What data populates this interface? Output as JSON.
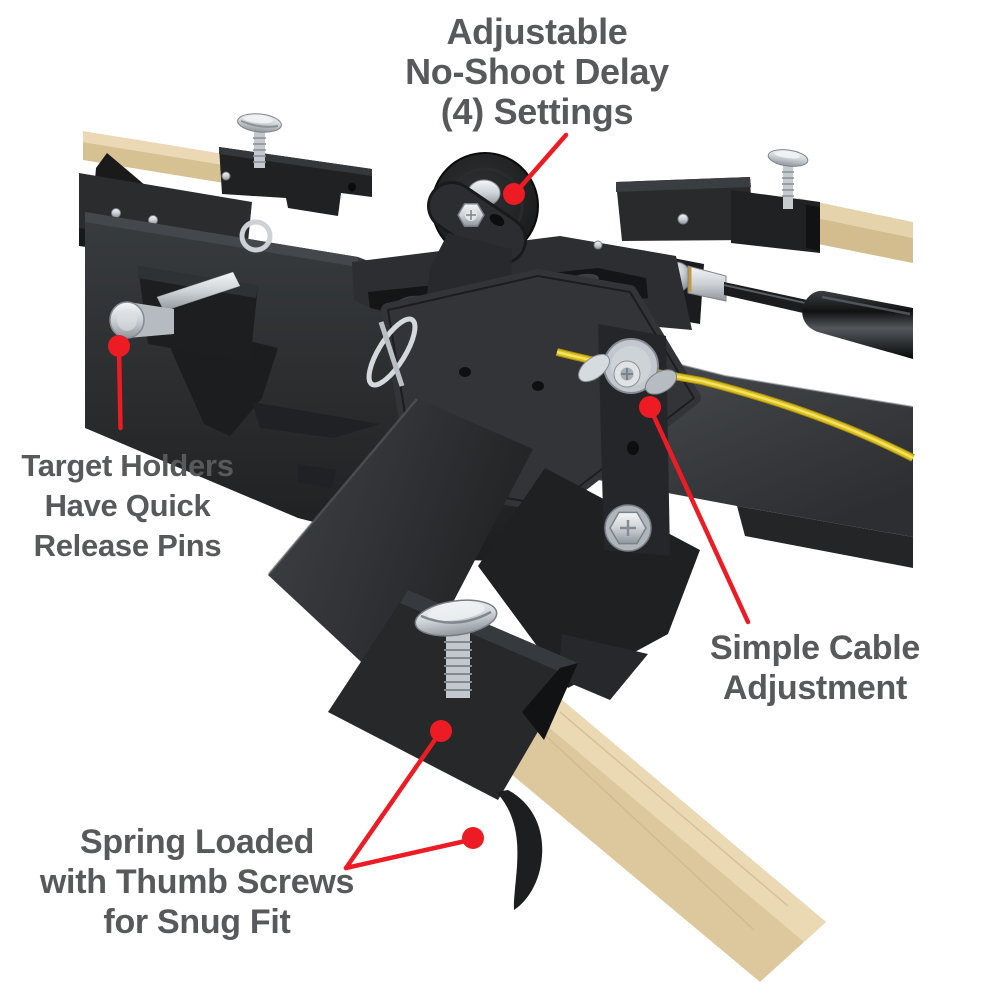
{
  "annotations": {
    "no_shoot_delay": "Adjustable\nNo-Shoot Delay\n(4) Settings",
    "target_holders": "Target Holders\nHave Quick\nRelease Pins",
    "cable_adjustment": "Simple Cable\nAdjustment",
    "spring_loaded": "Spring Loaded\nwith Thumb Screws\nfor Snug Fit"
  },
  "colors": {
    "background": "#ffffff",
    "label_text": "#58595b",
    "arrow_red": "#ed1c24",
    "metal_dark": "#232527",
    "beam_gray": "#46494d",
    "wood_tan": "#d9c59a",
    "cable_yellow": "#d9be1e",
    "hardware_silver": "#ccd1d5"
  }
}
